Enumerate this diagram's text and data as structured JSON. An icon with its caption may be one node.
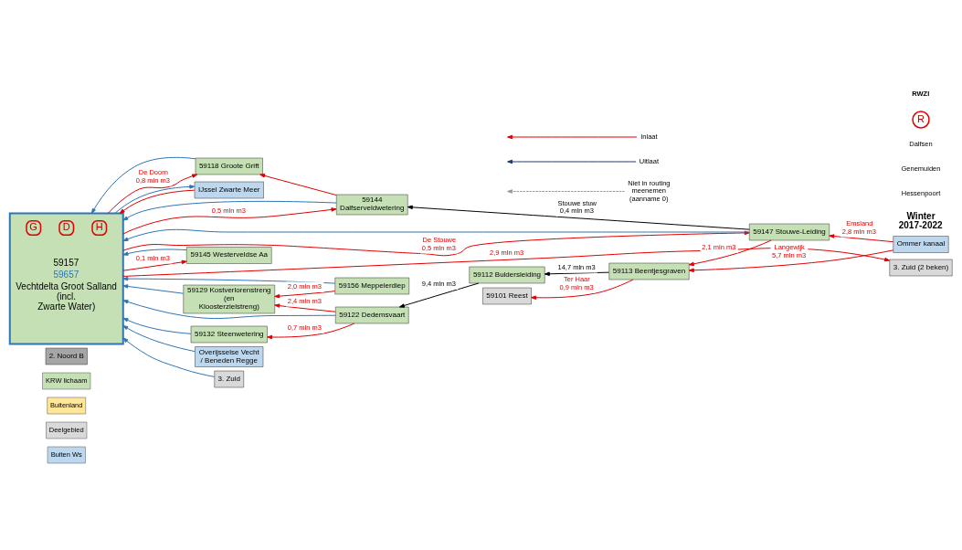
{
  "diagram": {
    "nodes": [
      {
        "text": [
          "2. Noord B"
        ]
      },
      {
        "text": [
          "G",
          "D",
          "H",
          "59157",
          "59657",
          "Vechtdelta Groot Salland (incl. Zwarte Water)"
        ]
      },
      {
        "text": [
          "59156 Meppelerdiep"
        ]
      },
      {
        "text": [
          "59129 Kostverlorenstreng (en Kloosterzielstreng)"
        ]
      },
      {
        "text": [
          "59122 Dedemsvaart"
        ]
      },
      {
        "text": [
          "59112 Buldersleiding"
        ]
      },
      {
        "text": [
          "59132 Steenwetering"
        ]
      },
      {
        "text": [
          "59113 Beentjesgraven"
        ]
      },
      {
        "text": [
          "59118 Groote Grift"
        ]
      },
      {
        "text": [
          "59101 Reest"
        ]
      },
      {
        "text": [
          "IJssel Zwarte Meer"
        ]
      },
      {
        "text": [
          "59144 Dalfserveldwetering"
        ]
      },
      {
        "text": [
          "Ommer kanaal"
        ]
      },
      {
        "text": [
          "59147 Stouwe-Leiding"
        ]
      },
      {
        "text": [
          "59145 Westerveldse Aa"
        ]
      },
      {
        "text": [
          "Overijsselse Vecht / Beneden Regge"
        ]
      },
      {
        "text": [
          "3. Zuid"
        ]
      },
      {
        "text": [
          "3. Zuid (2 beken)"
        ]
      }
    ],
    "edges": [
      {
        "from": 2,
        "to": 1,
        "arrow": "to",
        "color": "#2e75b6"
      },
      {
        "from": 2,
        "to": 3,
        "arrow": "to",
        "label": "2,0 mln m3"
      },
      {
        "from": 3,
        "to": 1,
        "arrow": "to",
        "color": "#2e75b6"
      },
      {
        "from": 4,
        "to": 3,
        "arrow": "to",
        "label": "2,4 mln m3"
      },
      {
        "from": 5,
        "to": 4,
        "arrow": "to",
        "label": "9,4 mln m3",
        "color": "#000000"
      },
      {
        "from": 4,
        "to": 1,
        "arrow": "to",
        "color": "#2e75b6"
      },
      {
        "from": 4,
        "to": 6,
        "arrow": "to",
        "label": "0,7 mln m3"
      },
      {
        "from": 6,
        "to": 1,
        "arrow": "to",
        "color": "#2e75b6"
      },
      {
        "from": 7,
        "to": 5,
        "arrow": "to",
        "label": "14,7 mln m3",
        "color": "#000000"
      },
      {
        "from": 8,
        "to": 1,
        "arrow": "to",
        "color": "#2e75b6"
      },
      {
        "from": 1,
        "to": 8,
        "arrow": "to",
        "label": "De Doorn 0,8 mln m3"
      },
      {
        "from": 7,
        "to": 9,
        "arrow": "to",
        "label": "Ter Haar 0,9 mln m3"
      },
      {
        "from": 12,
        "to": 7,
        "arrow": "to",
        "label": "Langewijk 5,7 mln m3"
      },
      {
        "from": 1,
        "to": 10,
        "arrow": "to",
        "color": "#2e75b6"
      },
      {
        "from": 11,
        "to": 8,
        "arrow": "to"
      },
      {
        "from": 11,
        "to": 1,
        "arrow": "to",
        "color": "#2e75b6"
      },
      {
        "from": 1,
        "to": 11,
        "arrow": "to",
        "label": "0,5 mln m3"
      },
      {
        "from": 12,
        "to": 13,
        "arrow": "to",
        "label": "Emsland 2,8 mln m3"
      },
      {
        "from": 13,
        "to": 11,
        "arrow": "to",
        "label": "Stouwe stuw 0,4 mln m3",
        "color": "#000000"
      },
      {
        "from": 13,
        "to": 7,
        "arrow": "to",
        "label": "2,1 mln m3"
      },
      {
        "from": 10,
        "to": 1,
        "arrow": "to"
      },
      {
        "from": 13,
        "to": 1,
        "arrow": "to",
        "color": "#2e75b6"
      },
      {
        "from": 1,
        "to": 13,
        "arrow": "to",
        "label": "De Stouwe 0,5 mln m3"
      },
      {
        "from": 14,
        "to": 1,
        "arrow": "to",
        "color": "#2e75b6"
      },
      {
        "from": 1,
        "to": 14,
        "arrow": "to",
        "label": "0,1 mln m3"
      },
      {
        "from": 15,
        "to": 1,
        "arrow": "to",
        "color": "#2e75b6"
      },
      {
        "from": 16,
        "to": 1,
        "arrow": "to",
        "color": "#2e75b6"
      },
      {
        "from": 1,
        "to": 17,
        "arrow": "to",
        "label": "2,9 mln m3"
      }
    ],
    "labels": [
      "RWZI",
      "R",
      "Dalfsen",
      "Genemuiden",
      "Hessenpoort",
      "Winter 2017-2022"
    ],
    "legend": [
      {
        "text": "Inlaat"
      },
      {
        "text": "Uitlaat"
      },
      {
        "text": "Niet in routing meenemen (aanname 0)"
      },
      {
        "text": "KRW lichaam",
        "color": "#c5e0b4"
      },
      {
        "text": "Buitenland",
        "color": "#ffe699"
      },
      {
        "text": "Deelgebied",
        "color": "#d9d9d9"
      },
      {
        "text": "Buiten Ws",
        "color": "#bdd7ee"
      }
    ]
  }
}
